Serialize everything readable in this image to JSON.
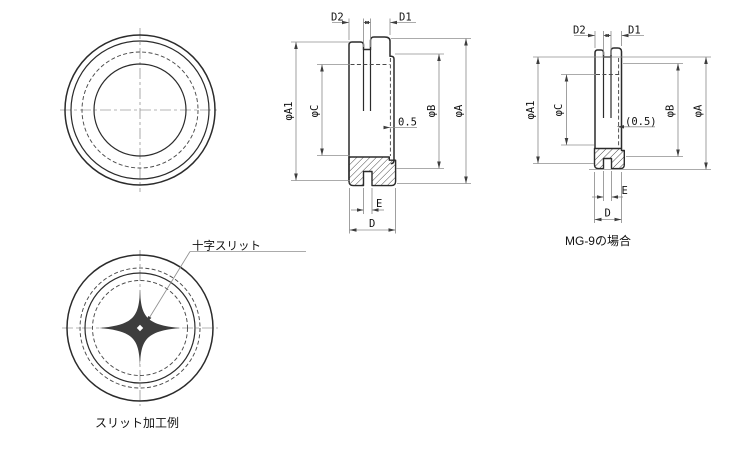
{
  "views": {
    "section": {
      "labels": {
        "d2": "D2",
        "d1": "D1",
        "dia_a1": "φA1",
        "dia_c": "φC",
        "dia_b": "φB",
        "dia_a": "φA",
        "membrane_thickness": "0.5",
        "slit_width": "E",
        "body_width": "D"
      }
    },
    "mg9": {
      "labels": {
        "d2": "D2",
        "d1": "D1",
        "dia_a1": "φA1",
        "dia_c": "φC",
        "dia_b": "φB",
        "dia_a": "φA",
        "membrane_thickness": "(0.5)",
        "slit_width": "E",
        "body_width": "D"
      },
      "caption": "MG-9の場合"
    },
    "slit_example": {
      "callout": "十字スリット",
      "caption": "スリット加工例"
    }
  },
  "colors": {
    "background": "#ffffff",
    "object_line": "#2b2b2b",
    "dimension_line": "#8f8f8f",
    "hidden_line": "#4a4a4a",
    "center_line": "#9c9c9c",
    "text": "#111111"
  }
}
